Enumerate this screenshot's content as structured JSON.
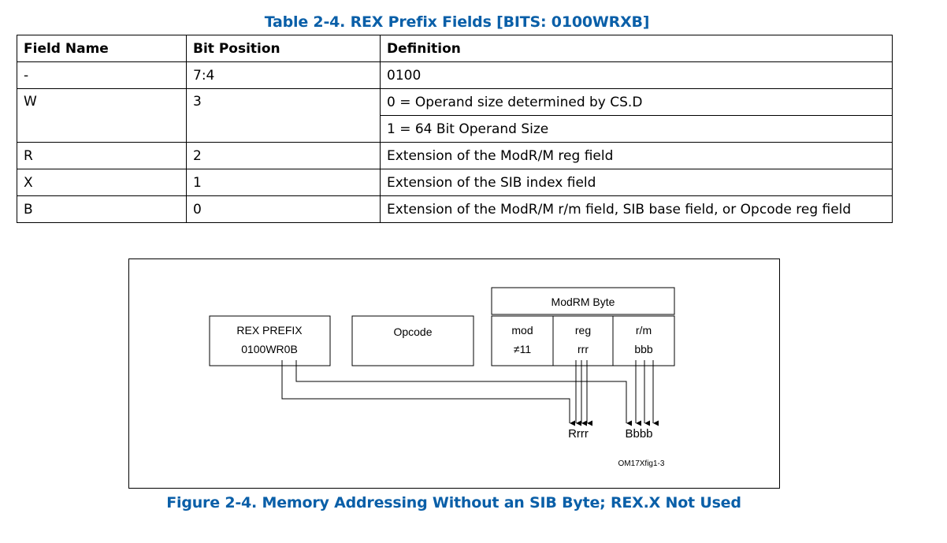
{
  "table": {
    "title": "Table 2-4.  REX Prefix Fields [BITS: 0100WRXB]",
    "headers": [
      "Field Name",
      "Bit Position",
      "Definition"
    ],
    "rows": [
      {
        "field": "-",
        "bits": "7:4",
        "definition": "0100"
      },
      {
        "field": "W",
        "bits": "3",
        "definition": "0 = Operand size determined by CS.D"
      },
      {
        "field": "",
        "bits": "",
        "definition": "1 = 64 Bit Operand Size"
      },
      {
        "field": "R",
        "bits": "2",
        "definition": "Extension of the ModR/M reg field"
      },
      {
        "field": "X",
        "bits": "1",
        "definition": "Extension of the SIB index field"
      },
      {
        "field": "B",
        "bits": "0",
        "definition": "Extension of the ModR/M r/m field, SIB base field, or Opcode reg field"
      }
    ]
  },
  "figure": {
    "title": "Figure 2-4.  Memory Addressing Without an SIB Byte; REX.X Not Used",
    "rex_prefix_label": "REX PREFIX",
    "rex_prefix_bits": "0100WR0B",
    "opcode_label": "Opcode",
    "modrm_label": "ModRM Byte",
    "mod_label": "mod",
    "mod_value": "≠11",
    "reg_label": "reg",
    "reg_value": "rrr",
    "rm_label": "r/m",
    "rm_value": "bbb",
    "out_reg": "Rrrr",
    "out_base": "Bbbb",
    "figure_id": "OM17Xfig1-3"
  }
}
